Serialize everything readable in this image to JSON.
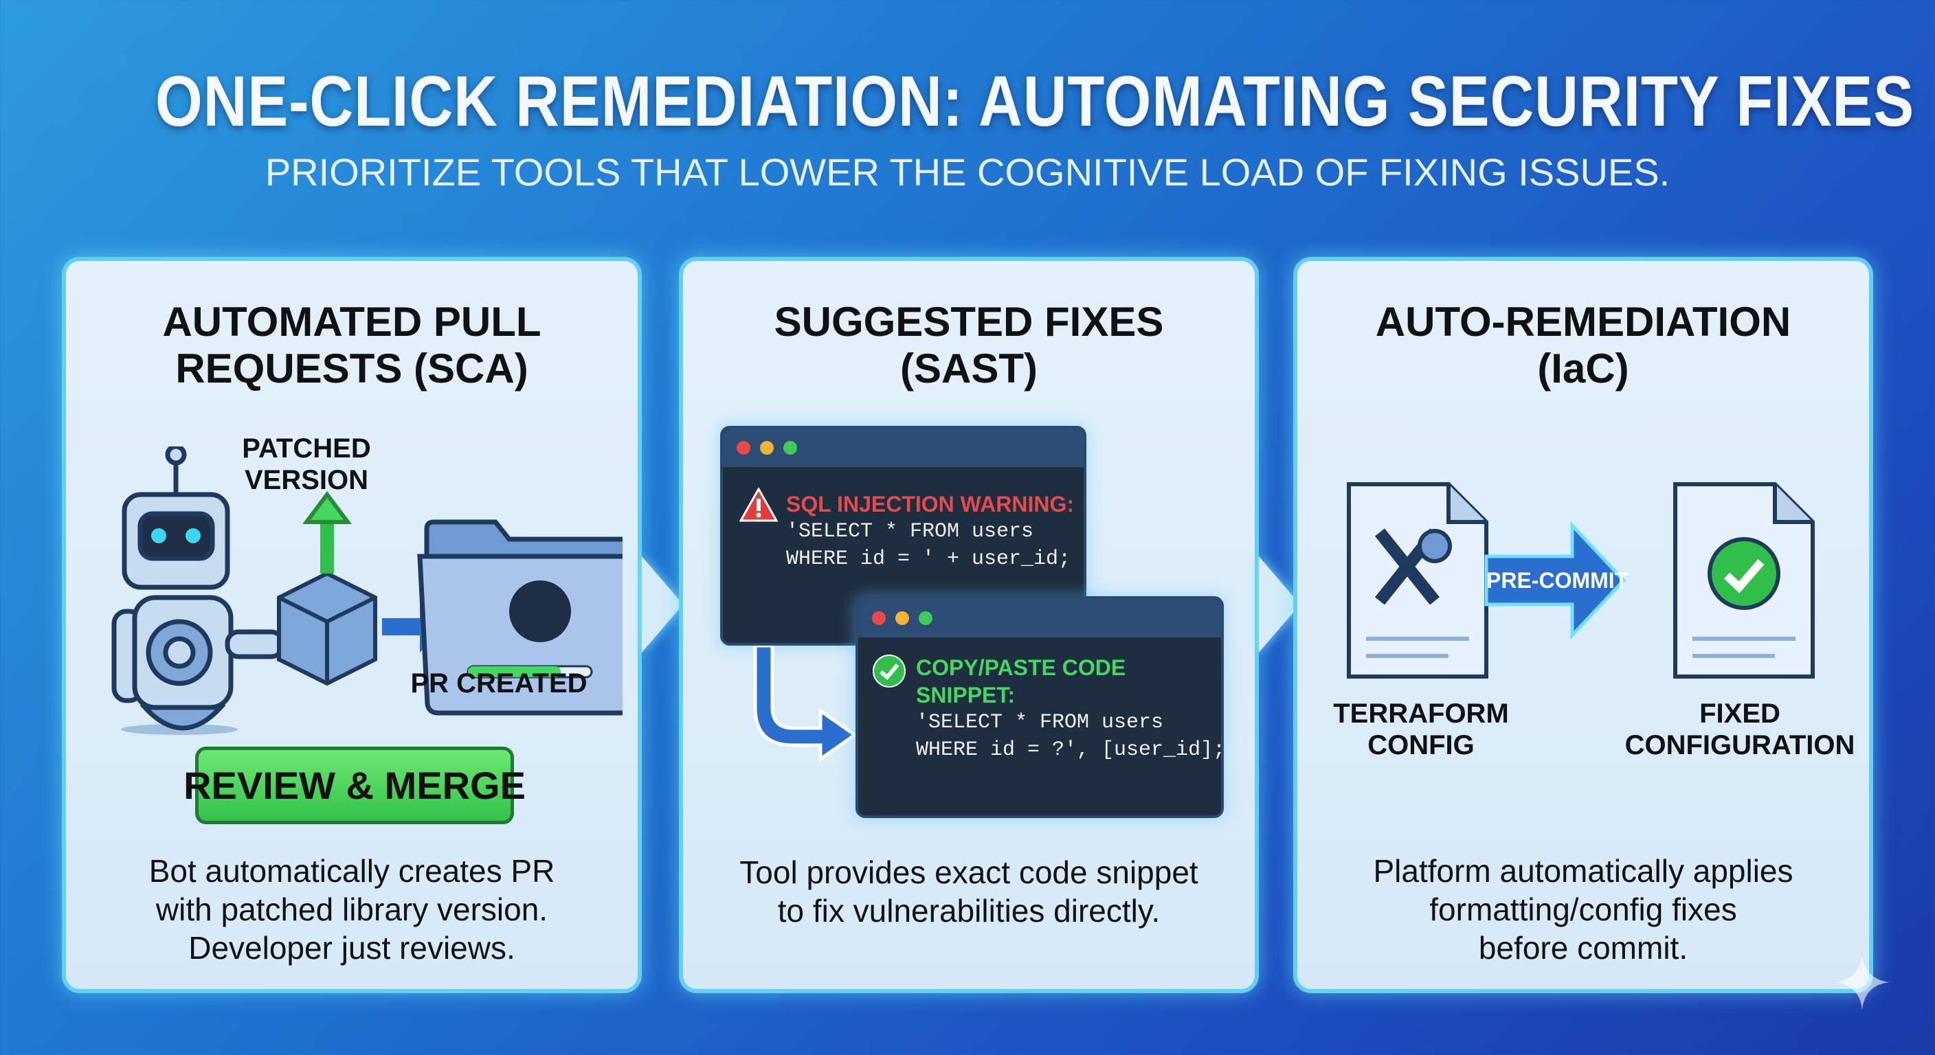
{
  "header": {
    "title": "ONE-CLICK REMEDIATION: AUTOMATING SECURITY FIXES",
    "subtitle": "PRIORITIZE TOOLS THAT LOWER THE COGNITIVE LOAD OF FIXING ISSUES."
  },
  "panels": [
    {
      "title_line1": "AUTOMATED PULL",
      "title_line2": "REQUESTS (SCA)",
      "patched_label_line1": "PATCHED",
      "patched_label_line2": "VERSION",
      "pr_label": "PR CREATED",
      "progress_percent": 75,
      "button": "REVIEW & MERGE",
      "desc": [
        "Bot automatically creates PR",
        "with patched library version.",
        "Developer just reviews."
      ]
    },
    {
      "title_line1": "SUGGESTED FIXES",
      "title_line2": "(SAST)",
      "warning_heading": "SQL INJECTION WARNING:",
      "warning_code": [
        "'SELECT * FROM users",
        "WHERE id = ' + user_id;"
      ],
      "fix_heading_line1": "COPY/PASTE CODE",
      "fix_heading_line2": "SNIPPET:",
      "fix_code": [
        "'SELECT * FROM users",
        "WHERE id = ?', [user_id];"
      ],
      "desc": [
        "Tool provides exact code snippet",
        "to fix vulnerabilities directly."
      ]
    },
    {
      "title_line1": "AUTO-REMEDIATION",
      "title_line2": "(IaC)",
      "arrow_label": "PRE-COMMIT",
      "left_label_line1": "TERRAFORM",
      "left_label_line2": "CONFIG",
      "right_label_line1": "FIXED",
      "right_label_line2": "CONFIGURATION",
      "desc": [
        "Platform automatically applies",
        "formatting/config fixes",
        "before commit."
      ]
    }
  ],
  "colors": {
    "accent": "#63cff2",
    "success": "#45d860",
    "danger": "#e44b4b",
    "window": "#1f2d40"
  }
}
